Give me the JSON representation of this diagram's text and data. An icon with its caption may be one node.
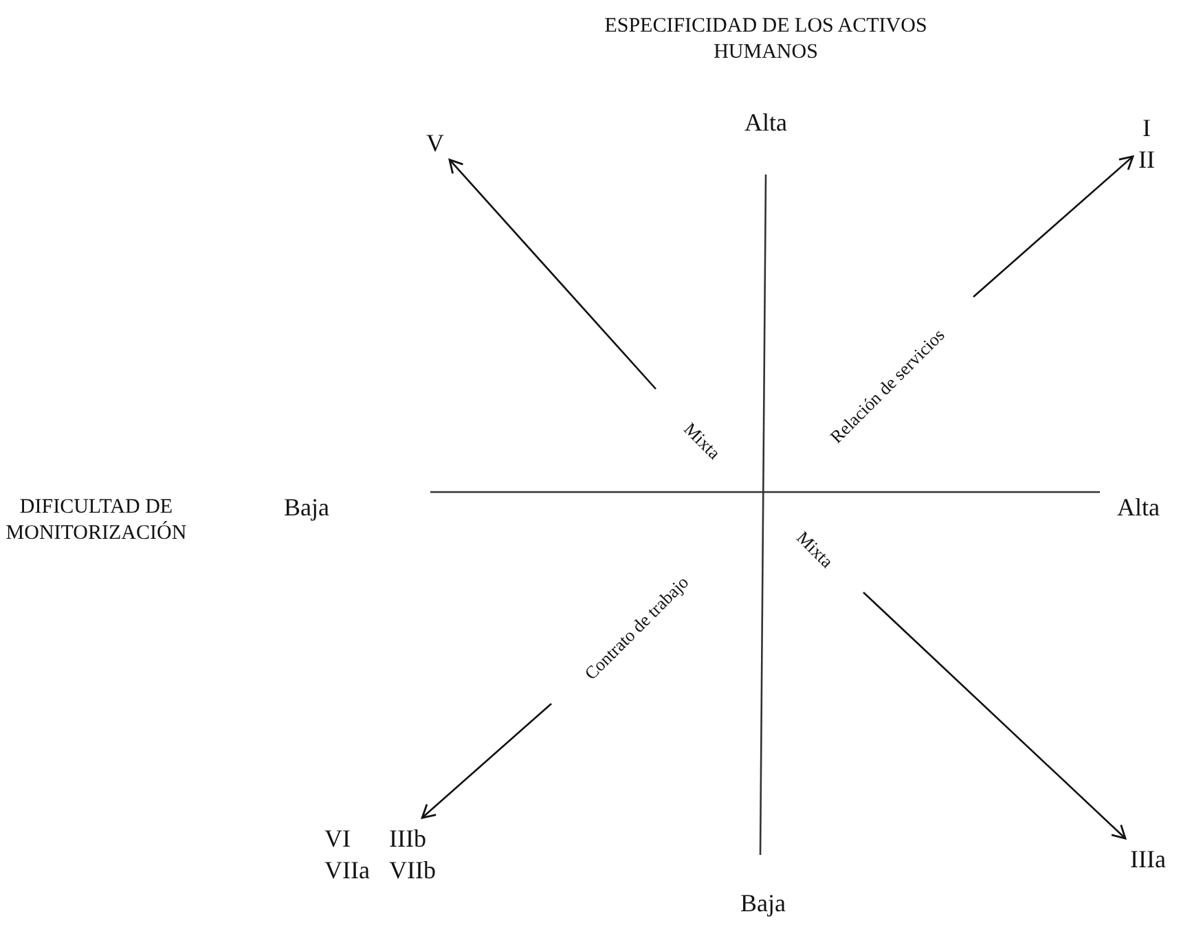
{
  "diagram": {
    "nodes": [
      {
        "text": [
          "V"
        ]
      },
      {
        "text": [
          "I",
          "II"
        ]
      },
      {
        "text": [
          "VI",
          "IIIb",
          "VIIa",
          "VIIb"
        ]
      },
      {
        "text": [
          "IIIa"
        ]
      }
    ],
    "edges": [
      {
        "from": null,
        "to": 0,
        "arrow": "to",
        "label": "Mixta"
      },
      {
        "from": null,
        "to": 1,
        "arrow": "to",
        "label": "Relación de servicios"
      },
      {
        "from": null,
        "to": 2,
        "arrow": "to",
        "label": "Contrato de trabajo"
      },
      {
        "from": null,
        "to": 3,
        "arrow": "to",
        "label": "Mixta"
      }
    ],
    "labels": [
      "ESPECIFICIDAD DE LOS ACTIVOS HUMANOS",
      "Alta",
      "DIFICULTAD DE MONITORIZACIÓN",
      "Baja",
      "Alta",
      "Baja"
    ]
  }
}
